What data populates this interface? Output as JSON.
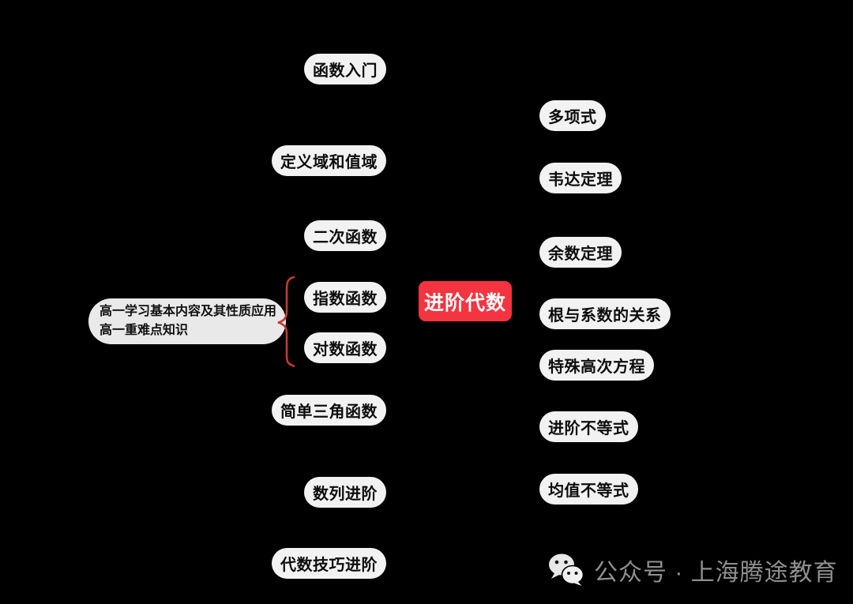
{
  "root": {
    "label": "进阶代数"
  },
  "left_branch": {
    "note": {
      "line1": "高一学习基本内容及其性质应用",
      "line2": "高一重难点知识"
    },
    "nodes": [
      "函数入门",
      "定义域和值域",
      "二次函数",
      "指数函数",
      "对数函数",
      "简单三角函数",
      "数列进阶",
      "代数技巧进阶"
    ]
  },
  "right_branch": {
    "nodes": [
      "多项式",
      "韦达定理",
      "余数定理",
      "根与系数的关系",
      "特殊高次方程",
      "进阶不等式",
      "均值不等式"
    ]
  },
  "watermark": {
    "icon": "wechat-icon",
    "label": "公众号 · 上海腾途教育"
  },
  "colors": {
    "background": "#000000",
    "node_bg": "#f2f2f2",
    "node_text": "#0d0d0d",
    "root_bg": "#f43440",
    "root_text": "#ffffff",
    "note_bg": "#e9e9e9",
    "brace": "#c43a31",
    "watermark_text": "#8f8f8f"
  }
}
